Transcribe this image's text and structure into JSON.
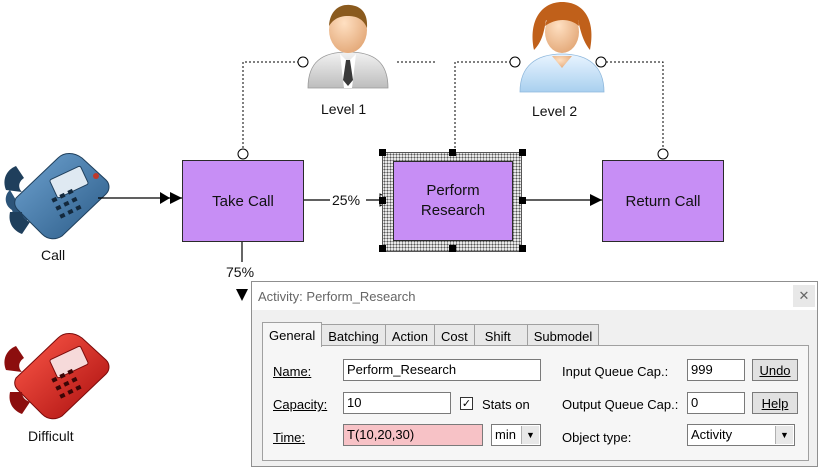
{
  "diagram": {
    "activities": {
      "take_call": "Take Call",
      "perform_research": "Perform Research",
      "return_call": "Return Call"
    },
    "resources": {
      "level1": "Level 1",
      "level2": "Level 2"
    },
    "entities": {
      "call": "Call",
      "difficult": "Difficult"
    },
    "routes": {
      "pct_25": "25%",
      "pct_75": "75%"
    },
    "colors": {
      "activity_fill": "#c78ef5",
      "phone_blue": "#3a6f9e",
      "phone_red": "#d81818"
    },
    "icons": {
      "phone": "telephone-icon",
      "person": "person-icon"
    }
  },
  "dialog": {
    "title": "Activity: Perform_Research",
    "close_glyph": "✕",
    "tabs": [
      "General",
      "Batching",
      "Action",
      "Cost",
      "Shift",
      "Submodel"
    ],
    "active_tab": "General",
    "fields": {
      "name_label": "Name:",
      "name_value": "Perform_Research",
      "capacity_label": "Capacity:",
      "capacity_value": "10",
      "stats_label": "Stats on",
      "stats_checked": true,
      "time_label": "Time:",
      "time_value": "T(10,20,30)",
      "time_unit": "min",
      "input_queue_label": "Input Queue Cap.:",
      "input_queue_value": "999",
      "output_queue_label": "Output Queue Cap.:",
      "output_queue_value": "0",
      "object_type_label": "Object type:",
      "object_type_value": "Activity"
    },
    "buttons": {
      "undo": "Undo",
      "help": "Help"
    }
  }
}
